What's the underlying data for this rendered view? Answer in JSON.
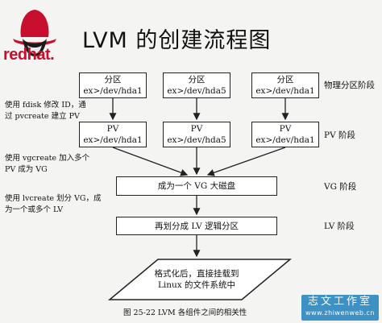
{
  "header": {
    "brand": "redhat.",
    "title": "LVM 的创建流程图"
  },
  "partitions": [
    {
      "label": "分区",
      "device": "ex>/dev/hda1"
    },
    {
      "label": "分区",
      "device": "ex>/dev/hda5"
    },
    {
      "label": "分区",
      "device": "ex>/dev/hda1"
    }
  ],
  "pvs": [
    {
      "label": "PV",
      "device": "ex>/dev/hda1"
    },
    {
      "label": "PV",
      "device": "ex>/dev/hda5"
    },
    {
      "label": "PV",
      "device": "ex>/dev/hda1"
    }
  ],
  "vg_box": "成为一个 VG 大磁盘",
  "lv_box": "再划分成 LV 逻辑分区",
  "fs_box": {
    "line1": "格式化后，直接挂载到",
    "line2": "Linux 的文件系统中"
  },
  "annotations": {
    "fdisk_line1": "使用 fdisk 修改 ID，通",
    "fdisk_line2": "过 pvcreate 建立 PV",
    "vg_line1": "使用 vgcreate 加入多个",
    "vg_line2": "PV 成为 VG",
    "lv_line1": "使用 lvcreate 划分 VG，成",
    "lv_line2": "为一个或多个 LV"
  },
  "stages": {
    "physical": "物理分区阶段",
    "pv": "PV 阶段",
    "vg": "VG 阶段",
    "lv": "LV 阶段"
  },
  "caption": "图 25-22  LVM 各组件之间的相关性",
  "watermark": {
    "name": "志文工作室",
    "url": "www.zhiwenweb.cn"
  },
  "colors": {
    "brand_red": "#c8102e",
    "watermark_blue": "#3e91c4"
  }
}
